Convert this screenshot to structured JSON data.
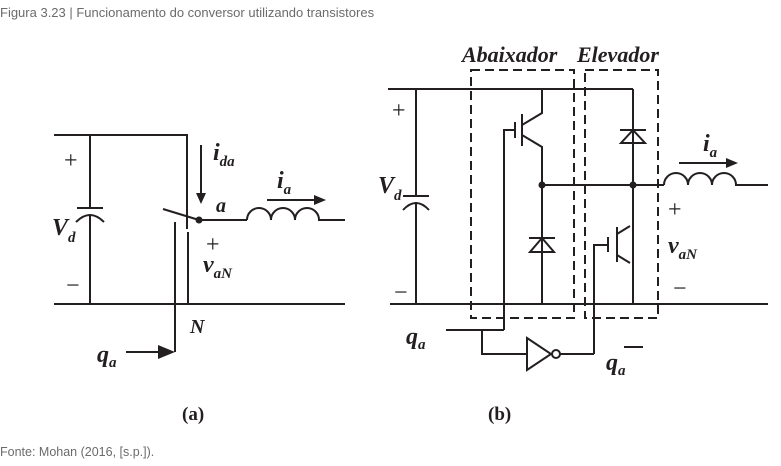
{
  "figure": {
    "title": "Figura 3.23 | Funcionamento do conversor utilizando transistores",
    "source": "Fonte: Mohan (2016, [s.p.])."
  },
  "panel_a": {
    "caption": "(a)",
    "labels": {
      "source_voltage": "V",
      "source_voltage_sub": "d",
      "plus": "+",
      "minus": "−",
      "switch_current": "i",
      "switch_current_sub": "da",
      "node": "a",
      "load_current": "i",
      "load_current_sub": "a",
      "output_plus": "+",
      "output_voltage": "v",
      "output_voltage_sub": "aN",
      "neutral": "N",
      "control_signal": "q",
      "control_signal_sub": "a"
    }
  },
  "panel_b": {
    "caption": "(b)",
    "heading_left": "Abaixador",
    "heading_right": "Elevador",
    "labels": {
      "source_voltage": "V",
      "source_voltage_sub": "d",
      "plus": "+",
      "minus": "−",
      "load_current": "i",
      "load_current_sub": "a",
      "output_plus": "+",
      "output_voltage": "v",
      "output_voltage_sub": "aN",
      "output_minus": "−",
      "control_signal": "q",
      "control_signal_sub": "a",
      "inverted_signal": "q",
      "inverted_signal_sub": "a",
      "inverted_bar": "—"
    }
  }
}
